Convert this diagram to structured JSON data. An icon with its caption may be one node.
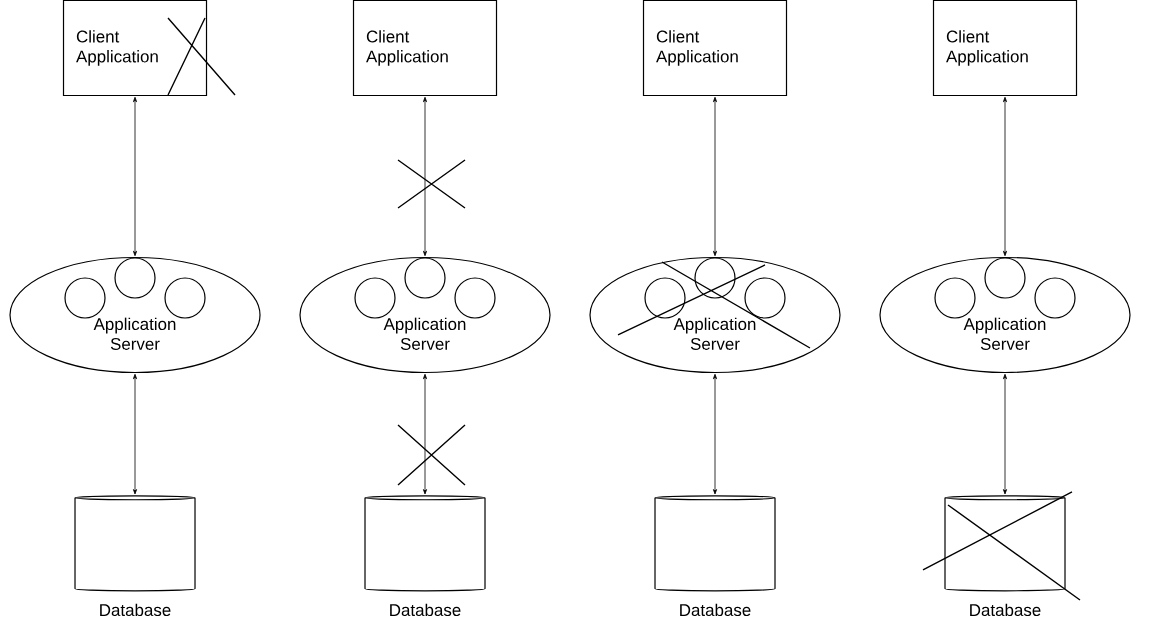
{
  "diagram": {
    "nodes": [
      {
        "text": [
          "Client Application"
        ]
      },
      {
        "text": [
          "Application Server"
        ]
      },
      {
        "text": [],
        "shape": "circle",
        "in": 1
      },
      {
        "text": [],
        "shape": "circle",
        "in": 1
      },
      {
        "text": [],
        "shape": "circle",
        "in": 1
      },
      {
        "text": [
          "Database"
        ]
      },
      {
        "text": [
          "Client Application"
        ]
      },
      {
        "text": [
          "Application Server"
        ]
      },
      {
        "text": [],
        "shape": "circle",
        "in": 7
      },
      {
        "text": [],
        "shape": "circle",
        "in": 7
      },
      {
        "text": [],
        "shape": "circle",
        "in": 7
      },
      {
        "text": [
          "Database"
        ]
      },
      {
        "text": [
          "Client Application"
        ]
      },
      {
        "text": [
          "Application Server"
        ]
      },
      {
        "text": [],
        "shape": "circle",
        "in": 13
      },
      {
        "text": [],
        "shape": "circle",
        "in": 13
      },
      {
        "text": [],
        "shape": "circle",
        "in": 13
      },
      {
        "text": [
          "Database"
        ]
      },
      {
        "text": [
          "Client Application"
        ]
      },
      {
        "text": [
          "Application Server"
        ]
      },
      {
        "text": [],
        "shape": "circle",
        "in": 19
      },
      {
        "text": [],
        "shape": "circle",
        "in": 19
      },
      {
        "text": [],
        "shape": "circle",
        "in": 19
      },
      {
        "text": [
          "Database"
        ]
      }
    ],
    "edges": [
      {
        "from": 0,
        "to": 1,
        "arrow": "both"
      },
      {
        "from": 1,
        "to": 5,
        "arrow": "both"
      },
      {
        "from": 6,
        "to": 7,
        "arrow": "both"
      },
      {
        "from": 7,
        "to": 11,
        "arrow": "both"
      },
      {
        "from": 12,
        "to": 13,
        "arrow": "both"
      },
      {
        "from": 13,
        "to": 17,
        "arrow": "both"
      },
      {
        "from": 18,
        "to": 19,
        "arrow": "both"
      },
      {
        "from": 19,
        "to": 23,
        "arrow": "both"
      }
    ]
  }
}
